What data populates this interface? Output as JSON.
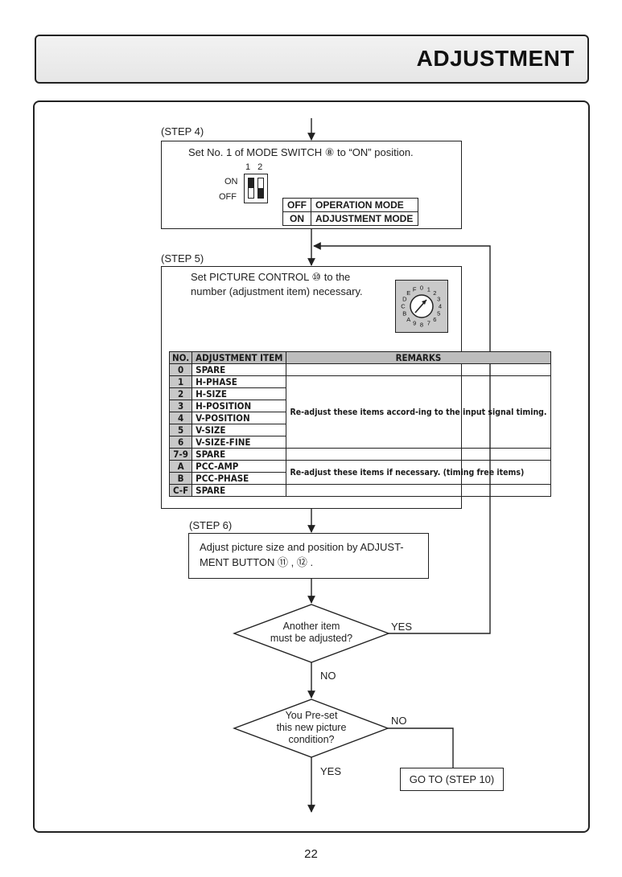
{
  "header": {
    "title": "ADJUSTMENT"
  },
  "step4": {
    "label": "(STEP 4)",
    "instruction": "Set No. 1 of MODE SWITCH ⑧ to “ON” position.",
    "switch_numbers": "1 2",
    "on_label": "ON",
    "off_label": "OFF",
    "modes": [
      {
        "state": "OFF",
        "mode": "OPERATION MODE"
      },
      {
        "state": "ON",
        "mode": "ADJUSTMENT MODE"
      }
    ]
  },
  "step5": {
    "label": "(STEP 5)",
    "instruction_line1": "Set PICTURE CONTROL ⑩ to the",
    "instruction_line2": "number (adjustment item) necessary.",
    "dial_labels": [
      "0",
      "1",
      "2",
      "3",
      "4",
      "5",
      "6",
      "7",
      "8",
      "9",
      "A",
      "B",
      "C",
      "D",
      "E",
      "F"
    ],
    "table": {
      "headers": [
        "NO.",
        "ADJUSTMENT ITEM",
        "REMARKS"
      ],
      "rows": [
        {
          "no": "0",
          "item": "SPARE"
        },
        {
          "no": "1",
          "item": "H-PHASE"
        },
        {
          "no": "2",
          "item": "H-SIZE"
        },
        {
          "no": "3",
          "item": "H-POSITION"
        },
        {
          "no": "4",
          "item": "V-POSITION"
        },
        {
          "no": "5",
          "item": "V-SIZE"
        },
        {
          "no": "6",
          "item": "V-SIZE-FINE"
        },
        {
          "no": "7-9",
          "item": "SPARE"
        },
        {
          "no": "A",
          "item": "PCC-AMP"
        },
        {
          "no": "B",
          "item": "PCC-PHASE"
        },
        {
          "no": "C-F",
          "item": "SPARE"
        }
      ],
      "remark1": "Re-adjust these items accord-ing to the input signal timing.",
      "remark2": "Re-adjust these items if necessary. (timing free items)"
    }
  },
  "step6": {
    "label": "(STEP 6)",
    "instruction_line1": "Adjust picture size and position by ADJUST-",
    "instruction_line2": "MENT BUTTON ⑪ , ⑫ ."
  },
  "decision1": {
    "line1": "Another item",
    "line2": "must be adjusted?",
    "yes": "YES",
    "no": "NO"
  },
  "decision2": {
    "line1": "You Pre-set",
    "line2": "this new picture",
    "line3": "condition?",
    "yes": "YES",
    "no": "NO"
  },
  "goto": {
    "label": "GO TO (STEP 10)"
  },
  "page_number": "22"
}
